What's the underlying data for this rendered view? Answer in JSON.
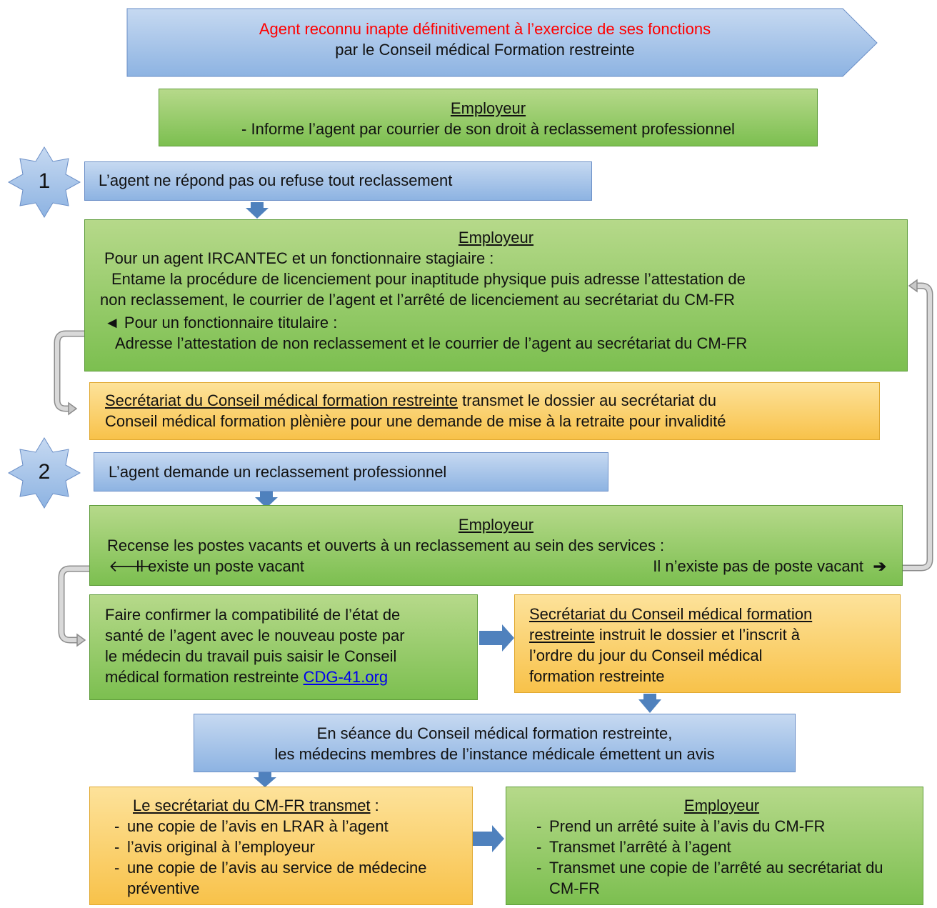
{
  "title": {
    "line1": "Agent reconnu inapte définitivement à l’exercice de ses fonctions",
    "line2": "par le Conseil médical Formation restreinte"
  },
  "employer_inform": {
    "heading": "Employeur",
    "text": "Informe l’agent par courrier de son droit à reclassement professionnel"
  },
  "step1": {
    "number": "1",
    "text": "L’agent ne répond pas ou refuse tout reclassement"
  },
  "employer_refusal": {
    "heading": "Employeur",
    "ircantec_label": "Pour un agent IRCANTEC et un fonctionnaire stagiaire :",
    "ircantec_text_1": "Entame la procédure de licenciement pour inaptitude physique puis adresse l’attestation de",
    "ircantec_text_2": "non reclassement, le courrier de  l’agent et l’arrêté de licenciement au secrétariat du CM-FR",
    "titulaire_marker": "◄",
    "titulaire_label": "Pour un fonctionnaire titulaire :",
    "titulaire_text": "Adresse l’attestation de non reclassement et le courrier de l’agent au secrétariat du CM-FR"
  },
  "secretariat_pleniere": {
    "underlined": "Secrétariat du Conseil médical formation restreinte",
    "text_1": " transmet le dossier au secrétariat du",
    "text_2": "Conseil médical formation plènière pour une demande de mise à la retraite pour invalidité"
  },
  "step2": {
    "number": "2",
    "text": "L’agent demande  un reclassement professionnel"
  },
  "employer_census": {
    "heading": "Employeur",
    "text": "Recense les postes vacants et ouverts à un reclassement au sein des services :",
    "left_arrow": "🡐",
    "left_option": "Il existe un poste vacant",
    "right_option": "Il n’existe pas de poste vacant",
    "right_arrow": "➔"
  },
  "confirm_compat": {
    "lines": [
      "Faire confirmer la compatibilité de l’état de",
      "santé de l’agent avec le nouveau poste par",
      "le médecin du travail puis saisir le Conseil"
    ],
    "last_line_prefix": "médical formation restreinte ",
    "link": "CDG-41.org"
  },
  "secretariat_instruct": {
    "underlined_1": "Secrétariat du Conseil médical formation",
    "underlined_2": "restreinte",
    "text_1": " instruit le dossier et l’inscrit à",
    "text_2": "l’ordre du jour du Conseil médical",
    "text_3": "formation restreinte"
  },
  "session": {
    "line1": "En séance du Conseil médical formation restreinte,",
    "line2": "les médecins membres de l’instance médicale émettent un avis"
  },
  "secretariat_transmit": {
    "heading": "Le secrétariat du CM-FR transmet",
    "heading_suffix": " :",
    "items": [
      "une copie de l’avis en LRAR à l’agent",
      "l’avis original à l’employeur",
      "une copie de l’avis au service de médecine préventive"
    ]
  },
  "employer_final": {
    "heading": "Employeur",
    "items": [
      "Prend un arrêté suite à l’avis du CM-FR",
      "Transmet l’arrêté à l’agent",
      "Transmet une copie de l’arrêté au secrétariat du CM-FR"
    ]
  },
  "colors": {
    "blue": "#8db3e2",
    "green": "#7cbf50",
    "orange": "#f8c24a",
    "red_text": "#ff0000",
    "arrow": "#4f81bd"
  }
}
